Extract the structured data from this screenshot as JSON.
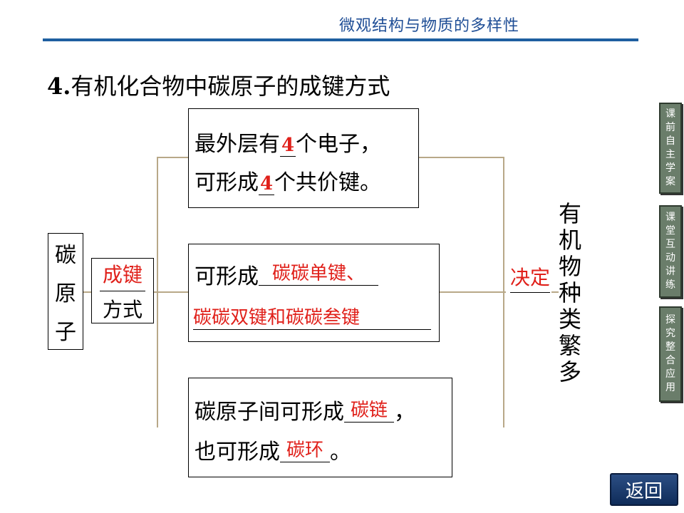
{
  "header": {
    "title": "微观结构与物质的多样性"
  },
  "heading": {
    "number": "4.",
    "text": "有机化合物中碳原子的成键方式"
  },
  "left": {
    "carbon_atom_chars": [
      "碳",
      "原",
      "子"
    ],
    "bond_mode_top": "成键",
    "bond_mode_bottom": "方式"
  },
  "box1": {
    "line1_pre": "最外层有",
    "line1_blank": "4",
    "line1_post": "个电子，",
    "line2_pre": "可形成",
    "line2_blank": "4",
    "line2_post": "个共价键。"
  },
  "box2": {
    "line1_pre": "可形成",
    "line1_blank": "碳碳单键、",
    "line2_blank": "碳碳双键和碳碳叁键"
  },
  "box3": {
    "line1_pre": "碳原子间可形成",
    "line1_blank": "碳链",
    "line1_post": "，",
    "line2_pre": "也可形成",
    "line2_blank": "碳环",
    "line2_post": "。"
  },
  "decide": "决定",
  "result_chars": [
    "有",
    "机",
    "物",
    "种",
    "类",
    "繁",
    "多"
  ],
  "side_nav": [
    {
      "chars": [
        "课",
        "前",
        "自",
        "主",
        "学",
        "案"
      ]
    },
    {
      "chars": [
        "课",
        "堂",
        "互",
        "动",
        "讲",
        "练"
      ]
    },
    {
      "chars": [
        "探",
        "究",
        "整",
        "合",
        "应",
        "用"
      ]
    }
  ],
  "back_label": "返回",
  "colors": {
    "accent": "#1f5fa0",
    "answer": "#e0201a",
    "nav": "#6a7d6a"
  }
}
